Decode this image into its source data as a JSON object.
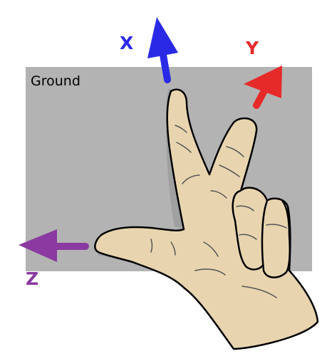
{
  "ground": {
    "label": "Ground",
    "color": "#b3b3b3"
  },
  "axes": {
    "x": {
      "label": "X",
      "color": "#2a2ae6"
    },
    "y": {
      "label": "Y",
      "color": "#e62a2a"
    },
    "z": {
      "label": "Z",
      "color": "#8a3aa0"
    }
  },
  "hand": {
    "skin_color": "#e8d5b0",
    "shadow_color": "#a0a0a0",
    "outline_color": "#000000"
  }
}
